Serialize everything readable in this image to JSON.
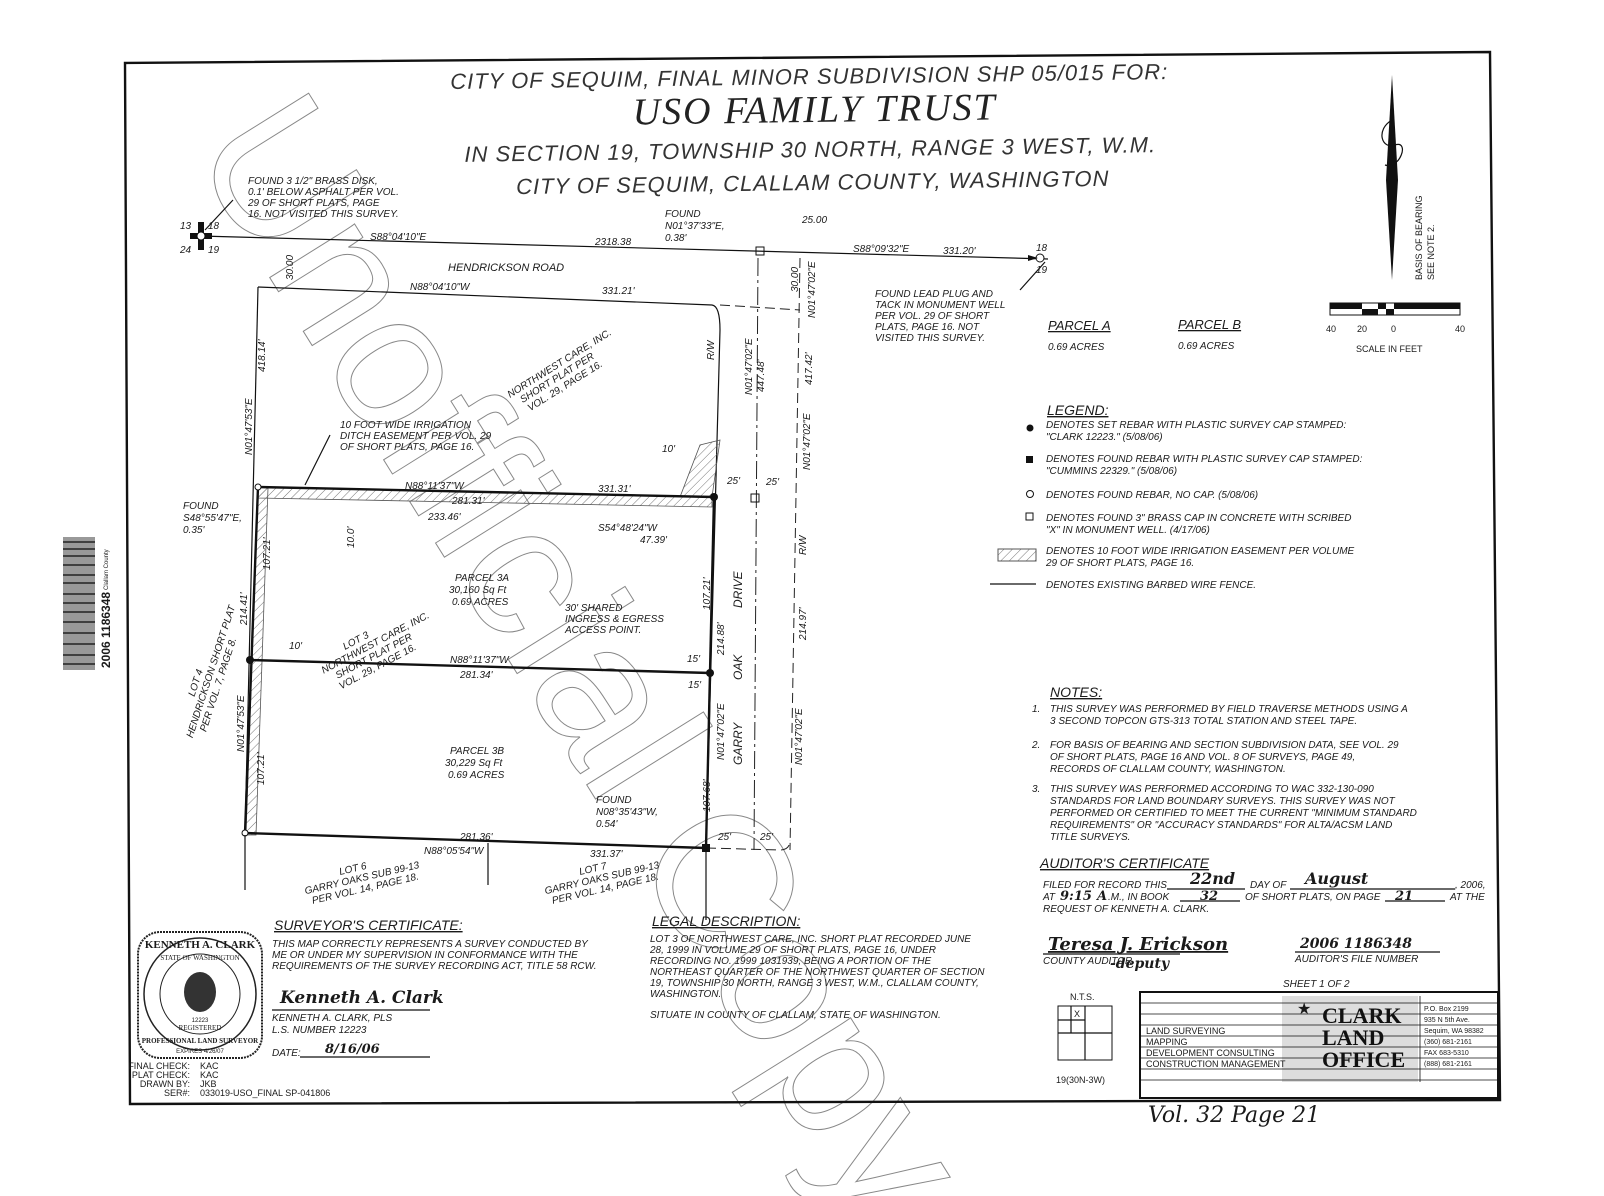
{
  "title": {
    "line1": "CITY OF SEQUIM, FINAL MINOR SUBDIVISION SHP 05/015 FOR:",
    "line2": "USO FAMILY TRUST",
    "line3": "IN SECTION 19, TOWNSHIP 30 NORTH, RANGE 3 WEST, W.M.",
    "line4": "CITY OF SEQUIM, CLALLAM COUNTY, WASHINGTON"
  },
  "watermark": "Unofficial Copy",
  "barcode": {
    "number": "2006 1186348",
    "county": "Clallam County"
  },
  "map": {
    "found_disk": [
      "FOUND 3 1/2\" BRASS DISK,",
      "0.1' BELOW ASPHALT PER VOL.",
      "29 OF SHORT PLATS, PAGE",
      "16. NOT VISITED THIS SURVEY."
    ],
    "sec_nw": [
      "13",
      "18",
      "24",
      "19"
    ],
    "sec_ne": [
      "18",
      "19"
    ],
    "sec_bearing": "S88°04'10\"E",
    "sec_dist": "2318.38",
    "found_n": [
      "FOUND",
      "N01°37'33\"E,",
      "0.38'"
    ],
    "dist_25": "25.00",
    "sec_bearing2": "S88°09'32\"E",
    "sec_dist2": "331.20'",
    "road": "HENDRICKSON ROAD",
    "road_30": "30.00",
    "north_bearing": "N88°04'10\"W",
    "north_dist": "331.21'",
    "lead_plug": [
      "FOUND LEAD PLUG AND",
      "TACK IN MONUMENT WELL",
      "PER VOL. 29 OF SHORT",
      "PLATS, PAGE 16. NOT",
      "VISITED THIS SURVEY."
    ],
    "east_30": "30.00",
    "east_bearing": "N01°47'02\"E",
    "cl_bearing": "N01°47'02\"E",
    "cl_dist": "447.48'",
    "rw_dist": "417.42'",
    "rw": "R/W",
    "west_bearing": "N01°47'53\"E",
    "west_dist": "418.14'",
    "nw_care": [
      "NORTHWEST CARE, INC.",
      "SHORT PLAT PER",
      "VOL. 29, PAGE 16."
    ],
    "ditch": [
      "10 FOOT WIDE IRRIGATION",
      "DITCH EASEMENT PER VOL. 29",
      "OF SHORT PLATS, PAGE 16."
    ],
    "rw_bearing2": "N01°47'02\"E",
    "ten": "10'",
    "found_sw": [
      "FOUND",
      "S48°55'47\"E,",
      "0.35'"
    ],
    "l1_bearing": "N88°11'37\"W",
    "l1_dist": "331.31'",
    "l1_dist2": "281.31'",
    "l1_dist3": "233.46'",
    "q25": "25'",
    "ten_0": "10.0'",
    "diag_bearing": "S54°48'24\"W",
    "diag_dist": "47.39'",
    "parcel_3a": [
      "PARCEL 3A",
      "30,160 Sq Ft",
      "0.69 ACRES"
    ],
    "w_107": "107.21'",
    "w_214": "214.41'",
    "shared": [
      "30' SHARED",
      "INGRESS & EGRESS",
      "ACCESS POINT."
    ],
    "e_107": "107.21'",
    "e_214": "214.88'",
    "street": [
      "GARRY",
      "OAK",
      "DRIVE"
    ],
    "rw_214": "214.97'",
    "lot3": [
      "LOT 3",
      "NORTHWEST CARE, INC.",
      "SHORT PLAT PER",
      "VOL. 29, PAGE 16."
    ],
    "lot4": [
      "LOT 4",
      "HENDRICKSON SHORT PLAT",
      "PER VOL. 7, PAGE 8."
    ],
    "l2_bearing": "N88°11'37\"W",
    "l2_dist": "281.34'",
    "q15": "15'",
    "w2_bearing": "N01°47'53\"E",
    "w2_dist": "107.21'",
    "e2_bearing": "N01°47'02\"E",
    "e2_dist": "107.68'",
    "rw2_bearing": "N01°47'02\"E",
    "parcel_3b": [
      "PARCEL 3B",
      "30,229 Sq Ft",
      "0.69 ACRES"
    ],
    "found_se": [
      "FOUND",
      "N08°35'43\"W,",
      "0.54'"
    ],
    "s_dist": "281.36'",
    "s_bearing": "N88°05'54\"W",
    "s_dist2": "331.37'",
    "lot6": [
      "LOT 6",
      "GARRY OAKS SUB 99-13",
      "PER VOL. 14, PAGE 18."
    ],
    "lot7": [
      "LOT 7",
      "GARRY OAKS SUB 99-13",
      "PER VOL. 14, PAGE 18."
    ]
  },
  "parcels": [
    {
      "name": "PARCEL A",
      "acres": "0.69 ACRES"
    },
    {
      "name": "PARCEL B",
      "acres": "0.69 ACRES"
    }
  ],
  "scale": {
    "ticks": [
      "40",
      "20",
      "0",
      "40"
    ],
    "label": "SCALE IN FEET"
  },
  "basis": [
    "BASIS OF BEARING",
    "SEE NOTE 2."
  ],
  "legend": {
    "title": "LEGEND:",
    "items": [
      [
        "DENOTES SET REBAR WITH PLASTIC SURVEY CAP STAMPED:",
        "\"CLARK 12223.\" (5/08/06)"
      ],
      [
        "DENOTES FOUND REBAR WITH PLASTIC SURVEY CAP STAMPED:",
        "\"CUMMINS 22329.\" (5/08/06)"
      ],
      [
        "DENOTES FOUND REBAR, NO CAP. (5/08/06)"
      ],
      [
        "DENOTES FOUND 3\" BRASS CAP IN CONCRETE WITH SCRIBED",
        "\"X\" IN MONUMENT WELL. (4/17/06)"
      ],
      [
        "DENOTES 10 FOOT WIDE IRRIGATION EASEMENT PER VOLUME",
        "29 OF SHORT PLATS, PAGE 16."
      ],
      [
        "DENOTES EXISTING BARBED WIRE FENCE."
      ]
    ]
  },
  "notes": {
    "title": "NOTES:",
    "items": [
      [
        "1.",
        "THIS SURVEY WAS PERFORMED BY FIELD TRAVERSE METHODS USING A",
        "3 SECOND TOPCON GTS-313 TOTAL STATION AND STEEL TAPE."
      ],
      [
        "2.",
        "FOR BASIS OF BEARING AND SECTION SUBDIVISION DATA, SEE VOL. 29",
        "OF SHORT PLATS, PAGE 16 AND VOL. 8 OF SURVEYS, PAGE 49,",
        "RECORDS OF CLALLAM COUNTY, WASHINGTON."
      ],
      [
        "3.",
        "THIS SURVEY WAS PERFORMED ACCORDING TO WAC 332-130-090",
        "STANDARDS FOR LAND BOUNDARY SURVEYS. THIS SURVEY WAS NOT",
        "PERFORMED OR CERTIFIED TO MEET THE CURRENT \"MINIMUM STANDARD",
        "REQUIREMENTS\" OR \"ACCURACY STANDARDS\" FOR ALTA/ACSM LAND",
        "TITLE SURVEYS."
      ]
    ]
  },
  "auditor": {
    "title": "AUDITOR'S CERTIFICATE",
    "filed": "FILED FOR RECORD THIS",
    "day": "22nd",
    "day_of": "DAY OF",
    "month": "August",
    "year": ", 2006,",
    "at": "AT",
    "time": "9:15",
    "ampm": "A",
    "m_in_book": ".M., IN BOOK",
    "book": "32",
    "of_short": "OF SHORT PLATS, ON PAGE",
    "page": "21",
    "at_the": "AT THE",
    "request": "REQUEST OF KENNETH A. CLARK.",
    "signature": "Teresa J. Erickson",
    "county_auditor": "COUNTY AUDITOR",
    "deputy": "-deputy",
    "file_number": "2006 1186348",
    "file_label": "AUDITOR'S FILE NUMBER"
  },
  "surveyor": {
    "title": "SURVEYOR'S CERTIFICATE:",
    "lines": [
      "THIS MAP CORRECTLY REPRESENTS A SURVEY CONDUCTED BY",
      "ME OR UNDER MY SUPERVISION IN CONFORMANCE WITH THE",
      "REQUIREMENTS OF THE SURVEY RECORDING ACT, TITLE 58 RCW."
    ],
    "signature": "Kenneth A. Clark",
    "name": "KENNETH A. CLARK, PLS",
    "number": "L.S. NUMBER 12223",
    "date_label": "DATE:",
    "date": "8/16/06",
    "seal": {
      "name": "KENNETH A. CLARK",
      "state": "STATE OF WASHINGTON",
      "number": "12223",
      "registered": "REGISTERED",
      "profession": "PROFESSIONAL LAND SURVEYOR",
      "expires": "EXPIRES 4/26/07"
    }
  },
  "checks": [
    [
      "FINAL CHECK:",
      "KAC"
    ],
    [
      "PLAT CHECK:",
      "KAC"
    ],
    [
      "DRAWN BY:",
      "JKB"
    ],
    [
      "SER#:",
      "033019-USO_FINAL SP-041806"
    ]
  ],
  "legal": {
    "title": "LEGAL DESCRIPTION:",
    "lines": [
      "LOT 3 OF NORTHWEST CARE, INC. SHORT PLAT RECORDED JUNE",
      "28, 1999 IN VOLUME 29 OF SHORT PLATS, PAGE 16, UNDER",
      "RECORDING NO. 1999 1031939, BEING A PORTION OF THE",
      "NORTHEAST QUARTER OF THE NORTHWEST QUARTER OF SECTION",
      "19, TOWNSHIP 30 NORTH, RANGE 3 WEST, W.M., CLALLAM COUNTY,",
      "WASHINGTON."
    ],
    "situate": "SITUATE IN COUNTY OF CLALLAM, STATE OF WASHINGTON."
  },
  "nts": {
    "label": "N.T.S.",
    "mark": "X",
    "section": "19(30N-3W)"
  },
  "title_block": {
    "sheet": "SHEET 1 OF 2",
    "services": [
      "LAND SURVEYING",
      "MAPPING",
      "DEVELOPMENT CONSULTING",
      "CONSTRUCTION MANAGEMENT"
    ],
    "company": [
      "CLARK",
      "LAND",
      "OFFICE"
    ],
    "contact": [
      "P.O. Box 2199",
      "935 N 5th Ave.",
      "Sequim, WA 98382",
      "(360) 681-2161",
      "FAX 683-5310",
      "(888) 681-2161"
    ]
  },
  "recording": "Vol. 32  Page 21"
}
